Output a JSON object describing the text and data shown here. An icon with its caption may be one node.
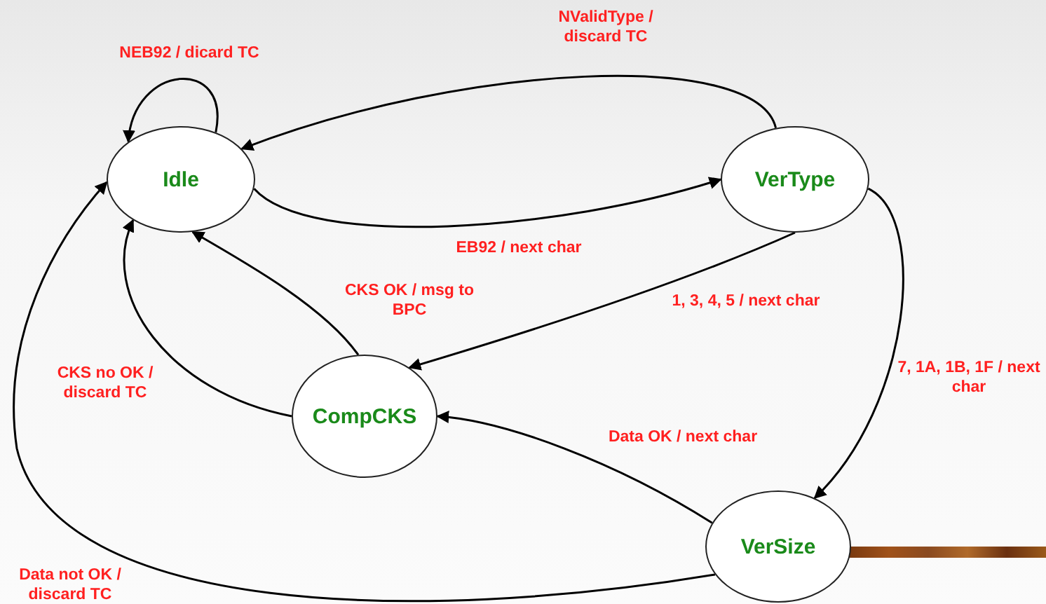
{
  "diagram": {
    "nodes": [
      {
        "text": [
          "Idle"
        ]
      },
      {
        "text": [
          "VerType"
        ]
      },
      {
        "text": [
          "CompCKS"
        ]
      },
      {
        "text": [
          "VerSize"
        ]
      }
    ],
    "edges": [
      {
        "from": 0,
        "to": 0,
        "arrow": "to",
        "label": "NEB92 / dicard TC"
      },
      {
        "from": 1,
        "to": 0,
        "arrow": "to",
        "label": "NValidType / discard TC"
      },
      {
        "from": 0,
        "to": 1,
        "arrow": "to",
        "label": "EB92 / next char"
      },
      {
        "from": 1,
        "to": 2,
        "arrow": "to",
        "label": "1, 3, 4, 5 / next char"
      },
      {
        "from": 1,
        "to": 3,
        "arrow": "to",
        "label": "7, 1A, 1B, 1F / next char"
      },
      {
        "from": 3,
        "to": 2,
        "arrow": "to",
        "label": "Data OK / next char"
      },
      {
        "from": 2,
        "to": 0,
        "arrow": "to",
        "label": "CKS OK / msg to BPC"
      },
      {
        "from": 2,
        "to": 0,
        "arrow": "to",
        "label": "CKS no OK / discard TC"
      },
      {
        "from": 3,
        "to": 0,
        "arrow": "to",
        "label": "Data not OK / discard TC"
      }
    ]
  }
}
